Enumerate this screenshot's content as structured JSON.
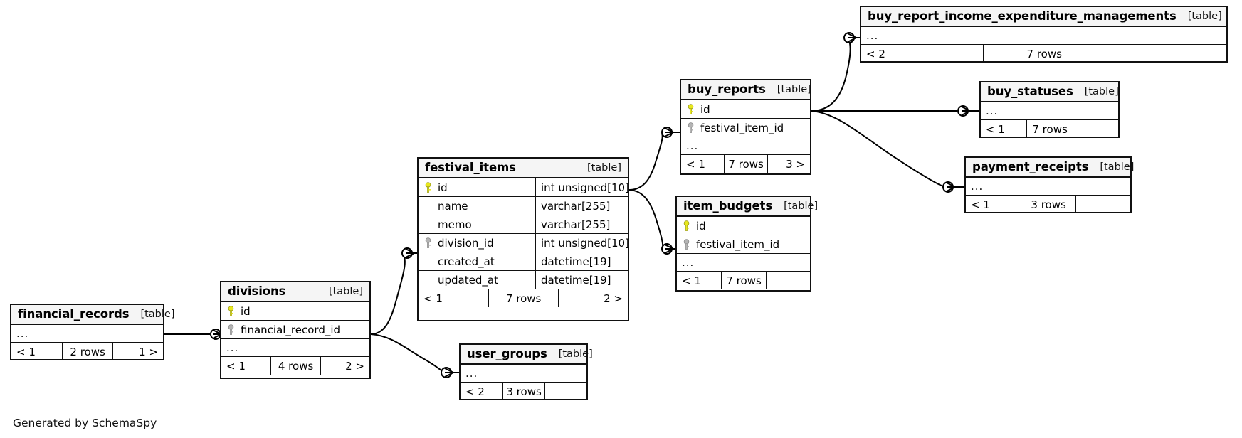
{
  "diagram": {
    "generator_label": "Generated by SchemaSpy",
    "table_tag": "[table]",
    "ellipsis": "...",
    "pk_icon": "primary-key-icon",
    "fk_icon": "foreign-key-icon",
    "pk_color": "#e8e81e",
    "fk_color": "#b4b4b4",
    "node_border_color": "#111111",
    "node_header_bg": "#f5f5f5",
    "edge_color": "#000000"
  },
  "tables": {
    "buy_report_income_expenditure_managements": {
      "name": "buy_report_income_expenditure_managements",
      "tag": "[table]",
      "ellipsis": "...",
      "footer": {
        "left": "< 2",
        "center": "7 rows",
        "right": ""
      }
    },
    "buy_statuses": {
      "name": "buy_statuses",
      "tag": "[table]",
      "ellipsis": "...",
      "footer": {
        "left": "< 1",
        "center": "7 rows",
        "right": ""
      }
    },
    "payment_receipts": {
      "name": "payment_receipts",
      "tag": "[table]",
      "ellipsis": "...",
      "footer": {
        "left": "< 1",
        "center": "3 rows",
        "right": ""
      }
    },
    "buy_reports": {
      "name": "buy_reports",
      "tag": "[table]",
      "ellipsis": "...",
      "columns": [
        {
          "key": "pk",
          "name": "id",
          "type": ""
        },
        {
          "key": "fk",
          "name": "festival_item_id",
          "type": ""
        }
      ],
      "footer": {
        "left": "< 1",
        "center": "7 rows",
        "right": "3 >"
      }
    },
    "item_budgets": {
      "name": "item_budgets",
      "tag": "[table]",
      "ellipsis": "...",
      "columns": [
        {
          "key": "pk",
          "name": "id",
          "type": ""
        },
        {
          "key": "fk",
          "name": "festival_item_id",
          "type": ""
        }
      ],
      "footer": {
        "left": "< 1",
        "center": "7 rows",
        "right": ""
      }
    },
    "festival_items": {
      "name": "festival_items",
      "tag": "[table]",
      "columns": [
        {
          "key": "pk",
          "name": "id",
          "type": "int unsigned[10]"
        },
        {
          "key": "none",
          "name": "name",
          "type": "varchar[255]"
        },
        {
          "key": "none",
          "name": "memo",
          "type": "varchar[255]"
        },
        {
          "key": "fk",
          "name": "division_id",
          "type": "int unsigned[10]"
        },
        {
          "key": "none",
          "name": "created_at",
          "type": "datetime[19]"
        },
        {
          "key": "none",
          "name": "updated_at",
          "type": "datetime[19]"
        }
      ],
      "footer": {
        "left": "< 1",
        "center": "7 rows",
        "right": "2 >"
      }
    },
    "divisions": {
      "name": "divisions",
      "tag": "[table]",
      "ellipsis": "...",
      "columns": [
        {
          "key": "pk",
          "name": "id",
          "type": ""
        },
        {
          "key": "fk",
          "name": "financial_record_id",
          "type": ""
        }
      ],
      "footer": {
        "left": "< 1",
        "center": "4 rows",
        "right": "2 >"
      }
    },
    "financial_records": {
      "name": "financial_records",
      "tag": "[table]",
      "ellipsis": "...",
      "footer": {
        "left": "< 1",
        "center": "2 rows",
        "right": "1 >"
      }
    },
    "user_groups": {
      "name": "user_groups",
      "tag": "[table]",
      "ellipsis": "...",
      "footer": {
        "left": "< 2",
        "center": "3 rows",
        "right": ""
      }
    }
  },
  "relationships": [
    {
      "from": "buy_reports",
      "to": "buy_report_income_expenditure_managements"
    },
    {
      "from": "buy_reports",
      "to": "buy_statuses"
    },
    {
      "from": "buy_reports",
      "to": "payment_receipts"
    },
    {
      "from": "festival_items",
      "to": "buy_reports"
    },
    {
      "from": "festival_items",
      "to": "item_budgets"
    },
    {
      "from": "divisions",
      "to": "festival_items"
    },
    {
      "from": "divisions",
      "to": "user_groups"
    },
    {
      "from": "financial_records",
      "to": "divisions"
    }
  ]
}
